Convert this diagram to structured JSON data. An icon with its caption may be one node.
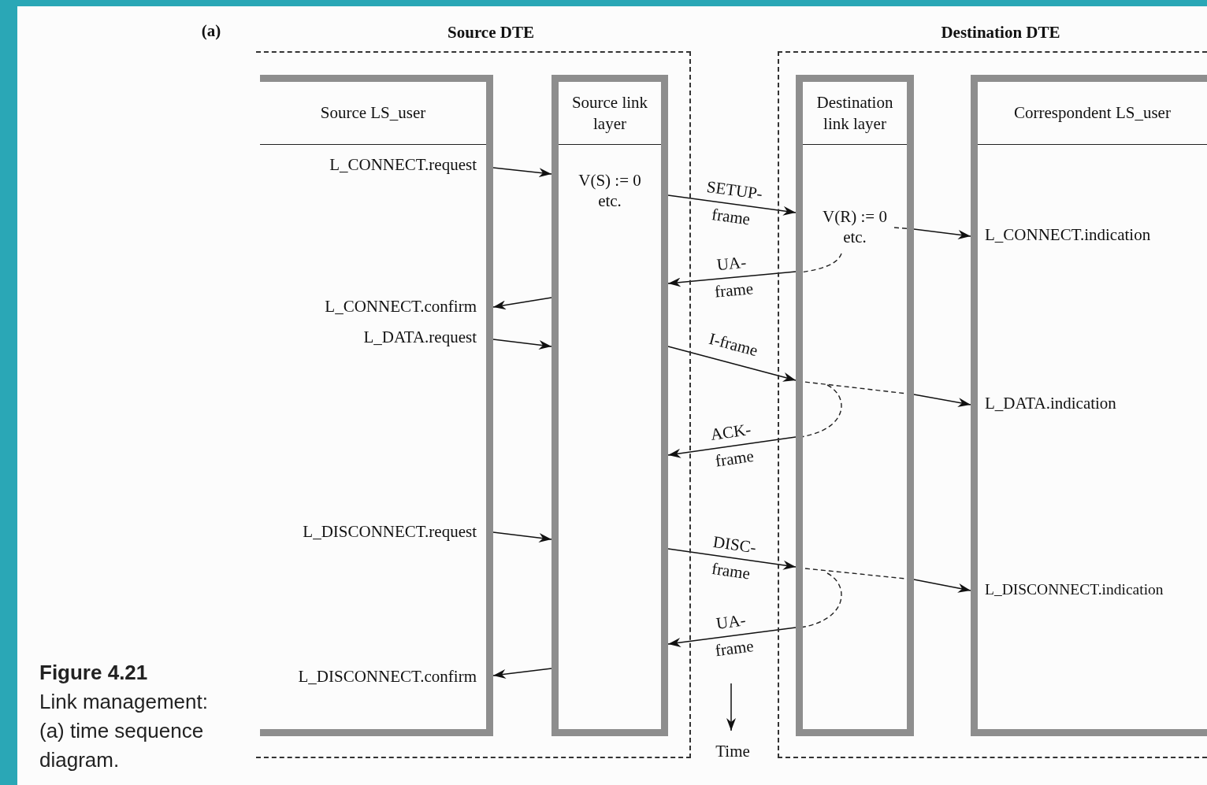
{
  "diagram": {
    "caption": "**Figure 4.21** Link management: (a) time sequence diagram.",
    "nodes": [
      {
        "text": [
          "Source DTE"
        ]
      },
      {
        "text": [
          "Destination DTE"
        ]
      },
      {
        "text": [
          "Source LS_user"
        ],
        "in": 0
      },
      {
        "text": [
          "Source link layer",
          "V(S) := 0 etc."
        ],
        "in": 0
      },
      {
        "text": [
          "Destination link layer",
          "V(R) := 0 etc."
        ],
        "in": 1
      },
      {
        "text": [
          "Correspondent LS_user"
        ],
        "in": 1
      }
    ],
    "edges": [
      {
        "from": 2,
        "to": 3,
        "arrow": "to",
        "label": "L_CONNECT.request"
      },
      {
        "from": 3,
        "to": 4,
        "arrow": "to",
        "label": "SETUP- frame"
      },
      {
        "from": 4,
        "to": 5,
        "arrow": "to",
        "label": "L_CONNECT.indication"
      },
      {
        "from": 4,
        "to": 3,
        "arrow": "to",
        "label": "UA- frame"
      },
      {
        "from": 3,
        "to": 2,
        "arrow": "to",
        "label": "L_CONNECT.confirm"
      },
      {
        "from": 2,
        "to": 3,
        "arrow": "to",
        "label": "L_DATA.request"
      },
      {
        "from": 3,
        "to": 4,
        "arrow": "to",
        "label": "I-frame"
      },
      {
        "from": 4,
        "to": 5,
        "arrow": "to",
        "label": "L_DATA.indication"
      },
      {
        "from": 4,
        "to": 3,
        "arrow": "to",
        "label": "ACK- frame"
      },
      {
        "from": 2,
        "to": 3,
        "arrow": "to",
        "label": "L_DISCONNECT.request"
      },
      {
        "from": 3,
        "to": 4,
        "arrow": "to",
        "label": "DISC- frame"
      },
      {
        "from": 4,
        "to": 5,
        "arrow": "to",
        "label": "L_DISCONNECT.indication"
      },
      {
        "from": 4,
        "to": 3,
        "arrow": "to",
        "label": "UA- frame"
      },
      {
        "from": 3,
        "to": 2,
        "arrow": "to",
        "label": "L_DISCONNECT.confirm"
      }
    ],
    "labels": [
      "(a)",
      "Time"
    ]
  }
}
